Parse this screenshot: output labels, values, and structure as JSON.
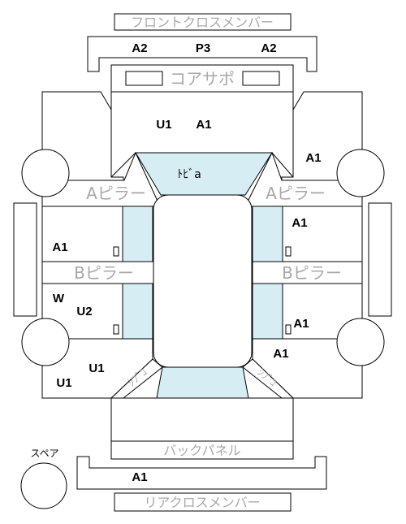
{
  "labels": {
    "front_cross_member": "フロントクロスメンバー",
    "core_support": "コアサポ",
    "a_pillar": "Aピラー",
    "b_pillar": "Bピラー",
    "back_panel": "バックパネル",
    "rear_cross_member": "リアクロスメンバー",
    "windshield": "ﾄﾋﾞa",
    "rear_glass_side": "ｼﾌﾞｺ",
    "spare": "スペア"
  },
  "codes": {
    "front_left": "A2",
    "front_center": "P3",
    "front_right": "A2",
    "hood_u": "U1",
    "hood_a": "A1",
    "right_front_fender": "A1",
    "right_front_door": "A1",
    "left_front_door": "A1",
    "left_rear_w": "W",
    "left_rear_u": "U2",
    "right_rear_door": "A1",
    "right_quarter": "A1",
    "left_quarter": "U1",
    "left_rear_corner": "U1",
    "rear_cross": "A1"
  }
}
